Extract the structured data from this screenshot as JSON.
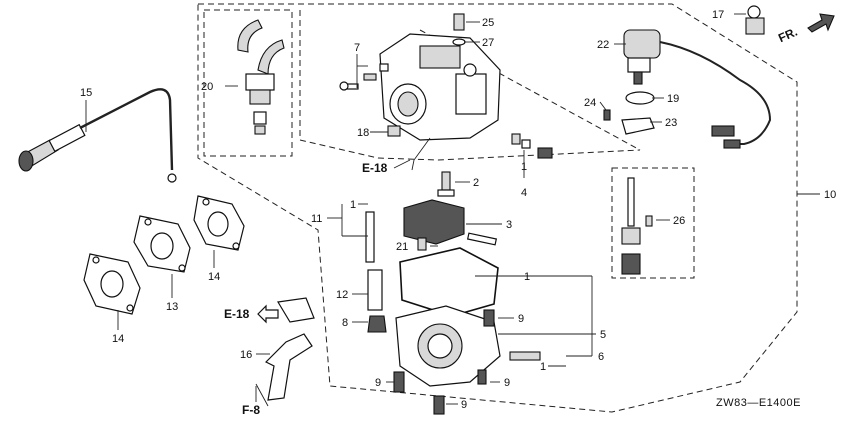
{
  "diagram": {
    "callouts": {
      "c1a": "1",
      "c1b": "1",
      "c1c": "1",
      "c1d": "1",
      "c2": "2",
      "c3": "3",
      "c4": "4",
      "c5": "5",
      "c6": "6",
      "c7": "7",
      "c8": "8",
      "c9a": "9",
      "c9b": "9",
      "c9c": "9",
      "c9d": "9",
      "c10": "10",
      "c11": "11",
      "c12": "12",
      "c13": "13",
      "c14a": "14",
      "c14b": "14",
      "c15": "15",
      "c16": "16",
      "c17": "17",
      "c18": "18",
      "c19": "19",
      "c20": "20",
      "c21": "21",
      "c22": "22",
      "c23": "23",
      "c24": "24",
      "c25": "25",
      "c26": "26",
      "c27": "27"
    },
    "refs": {
      "e18_top": "E-18",
      "e18_left": "E-18",
      "f8": "F-8",
      "fr": "FR."
    },
    "code": "ZW83—E1400E"
  }
}
